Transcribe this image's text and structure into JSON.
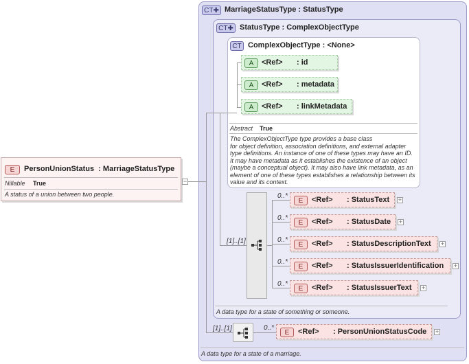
{
  "root": {
    "tag": "E",
    "name": "PersonUnionStatus",
    "type": ": MarriageStatusType",
    "nillable_label": "Nillable",
    "nillable_value": "True",
    "doc": "A status of a union between two people.",
    "collapse": "−"
  },
  "marriage_type": {
    "tag": "CT",
    "name": "MarriageStatusType",
    "base": ": StatusType",
    "doc": "A data type for a state of a marriage."
  },
  "status_type": {
    "tag": "CT",
    "name": "StatusType",
    "base": ": ComplexObjectType",
    "doc": "A data type for a state of something or someone."
  },
  "complex_object_type": {
    "tag": "CT",
    "name": "ComplexObjectType",
    "base": ": <None>",
    "abstract_label": "Abstract",
    "abstract_value": "True",
    "doc_lines": [
      "The ComplexObjectType type provides a base class",
      "for object definition, association definitions, and external adapter",
      "type definitions. An instance of one of these types may have an ID.",
      "It may have metadata as it establishes the existence of an object",
      "(maybe a conceptual object). It may also have link metadata, as an",
      "element of one of these types establishes a relationship between its",
      "value and its context."
    ],
    "attributes": [
      {
        "tag": "A",
        "ref": "<Ref>",
        "name": ": id"
      },
      {
        "tag": "A",
        "ref": "<Ref>",
        "name": ": metadata"
      },
      {
        "tag": "A",
        "ref": "<Ref>",
        "name": ": linkMetadata"
      }
    ]
  },
  "status_sequence": {
    "occurs": "[1]..[1]",
    "elements": [
      {
        "tag": "E",
        "occ": "0..*",
        "ref": "<Ref>",
        "name": ": StatusText",
        "expand": "+"
      },
      {
        "tag": "E",
        "occ": "0..*",
        "ref": "<Ref>",
        "name": ": StatusDate",
        "expand": "+"
      },
      {
        "tag": "E",
        "occ": "0..*",
        "ref": "<Ref>",
        "name": ": StatusDescriptionText",
        "expand": "+"
      },
      {
        "tag": "E",
        "occ": "0..*",
        "ref": "<Ref>",
        "name": ": StatusIssuerIdentification",
        "expand": "+"
      },
      {
        "tag": "E",
        "occ": "0..*",
        "ref": "<Ref>",
        "name": ": StatusIssuerText",
        "expand": "+"
      }
    ]
  },
  "marriage_sequence": {
    "occurs": "[1]..[1]",
    "elements": [
      {
        "tag": "E",
        "occ": "0..*",
        "ref": "<Ref>",
        "name": ": PersonUnionStatusCode",
        "expand": "+"
      }
    ]
  },
  "colors": {
    "ct_outer_bg": "#e0e0f4",
    "element_bg": "#fbe3e3",
    "attribute_bg": "#e3f5e3",
    "sequence_bg": "#e9e9e9"
  },
  "icons": {
    "complex_type": "ct-plus-icon",
    "sequence": "sequence-icon",
    "expand": "plus-box-icon",
    "collapse": "minus-box-icon"
  }
}
